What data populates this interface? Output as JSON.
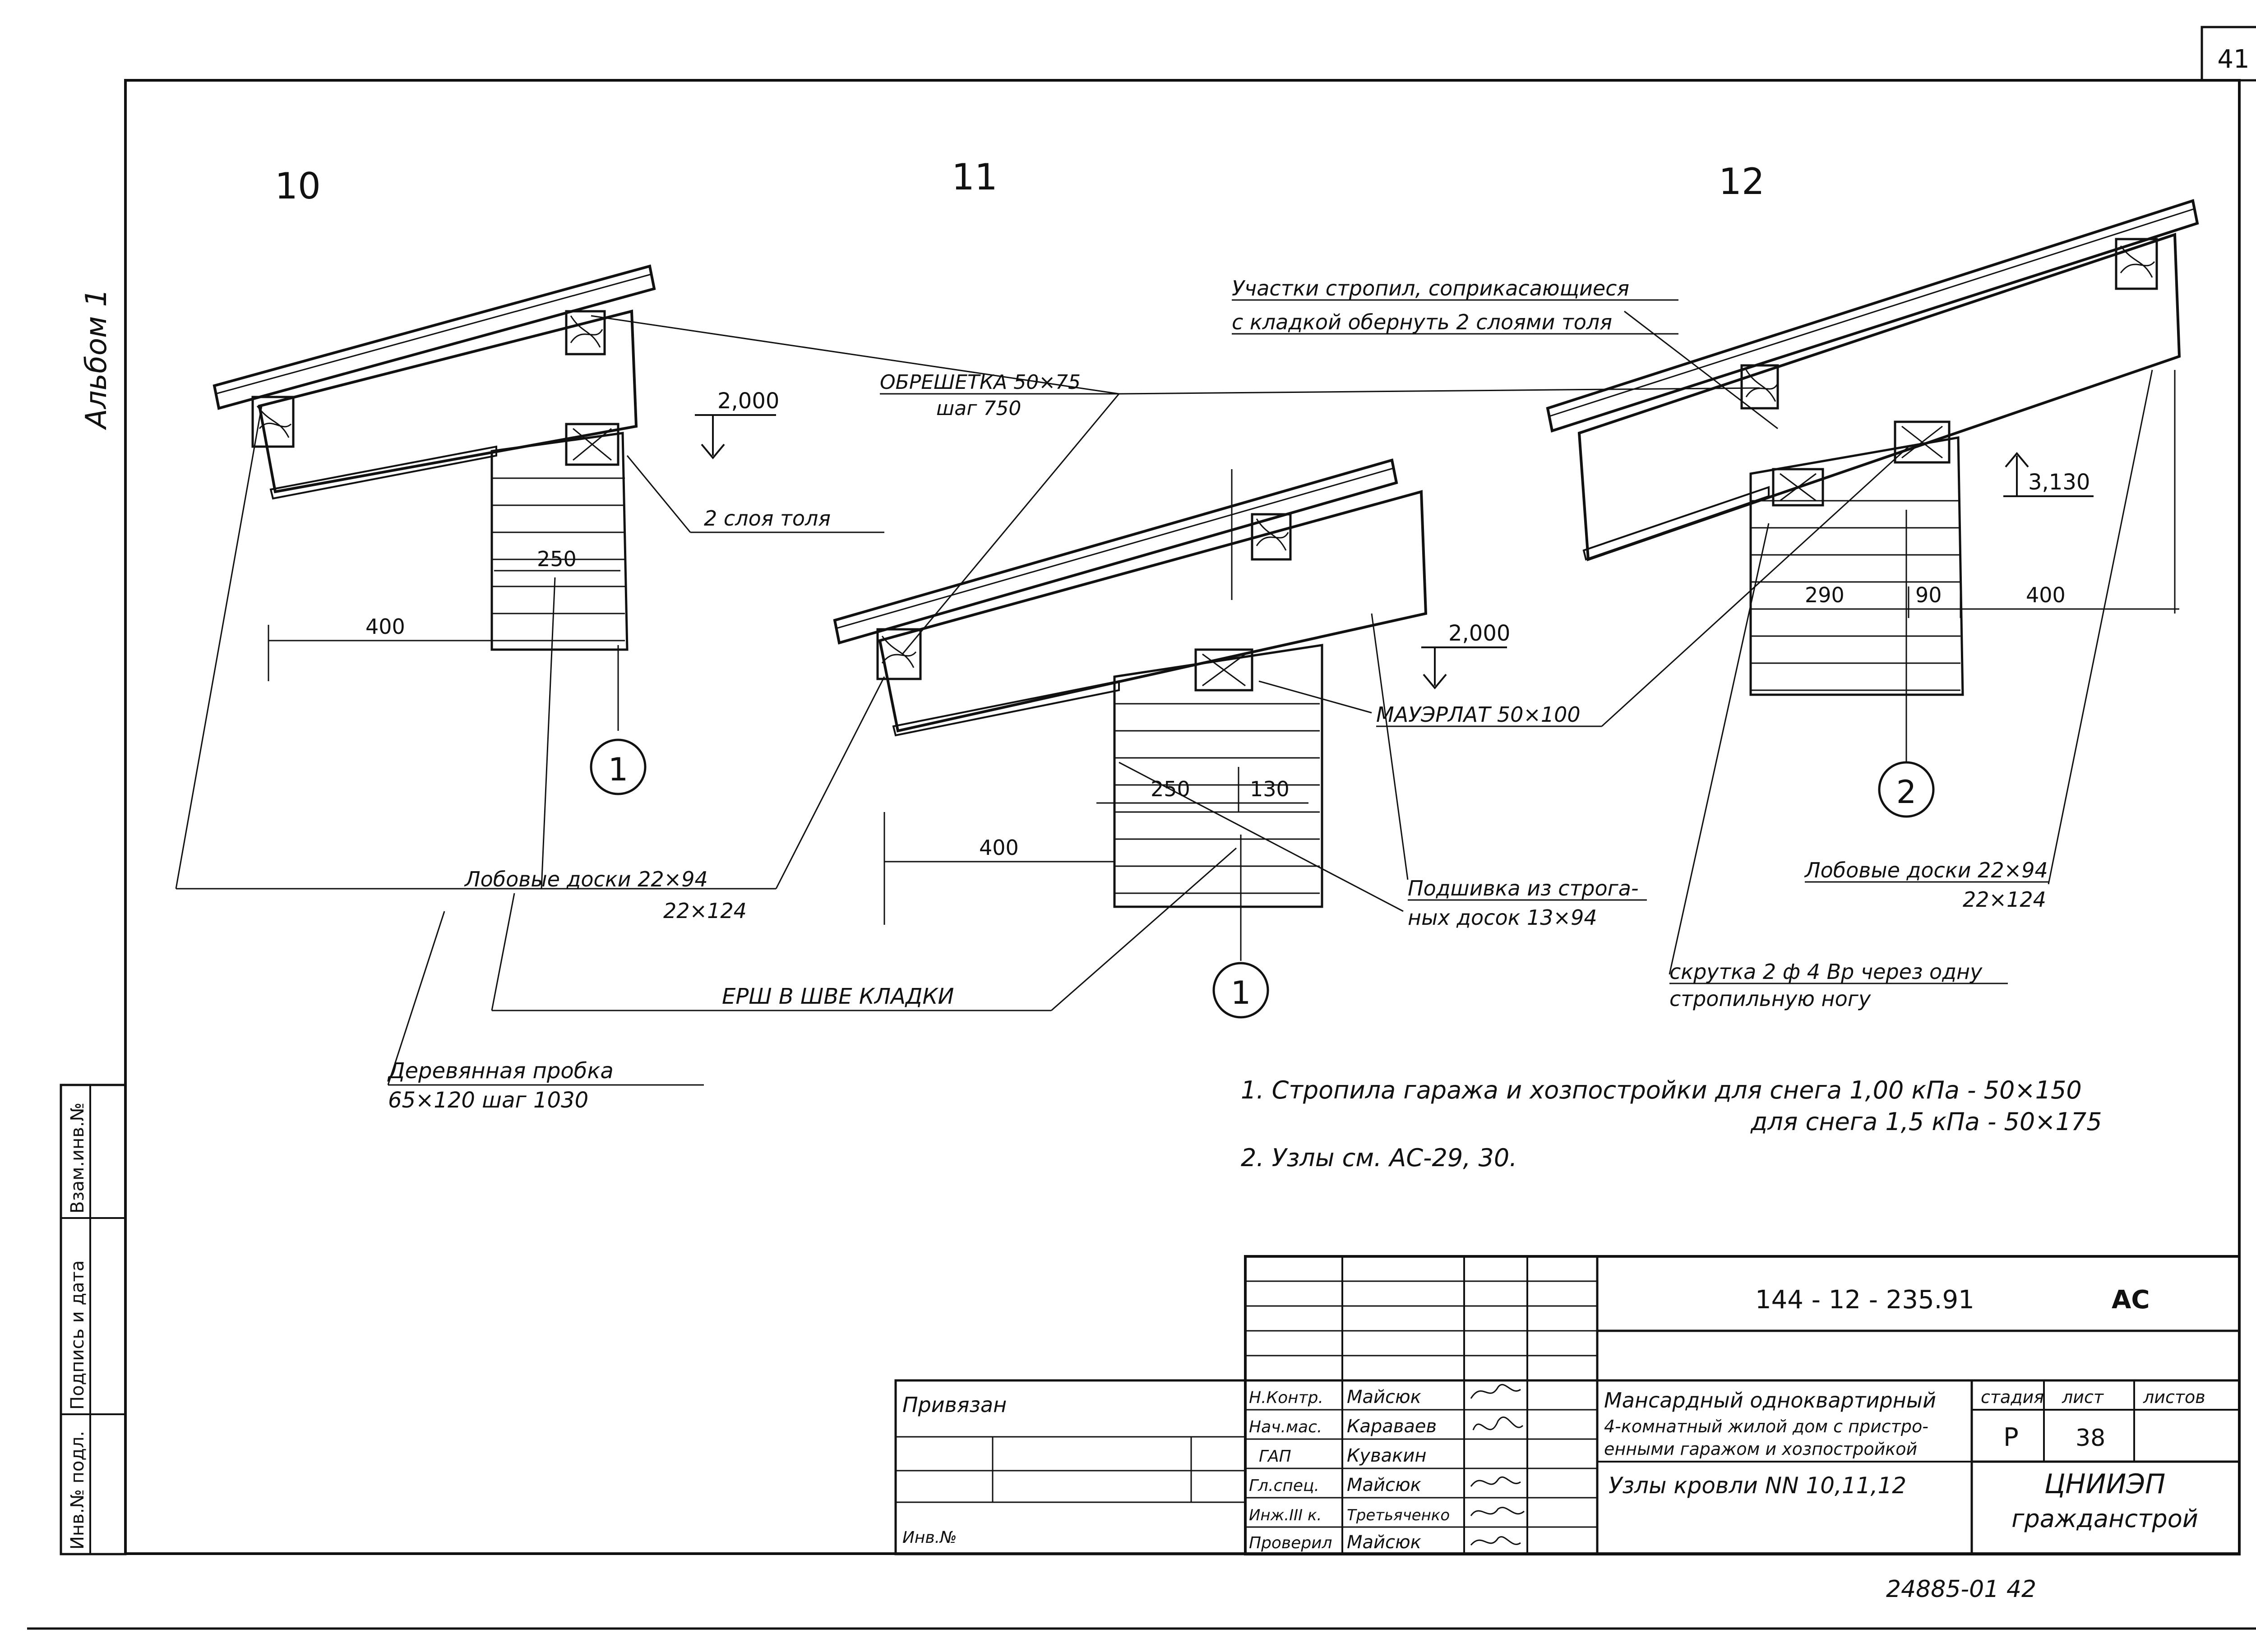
{
  "sheet": {
    "page_number": "41",
    "album": "Альбом 1",
    "archive_number": "24885-01 42"
  },
  "details": [
    {
      "id": "10",
      "number": "10"
    },
    {
      "id": "11",
      "number": "11"
    },
    {
      "id": "12",
      "number": "12"
    }
  ],
  "callouts": {
    "obreshetka": "ОБРЕШЕТКА 50×75",
    "obreshetka_step": "шаг 750",
    "uchastki_line1": "Участки стропил, соприкасающиеся",
    "uchastki_line2": "с кладкой обернуть 2 слоями толя",
    "two_layers_tol": "2 слоя толя",
    "mauerlat": "МАУЭРЛАТ 50×100",
    "lobovye_doski": "Лобовые доски 22×94",
    "lobovye_doski_2": "22×124",
    "lobovye_doski_right": "Лобовые доски 22×94",
    "lobovye_doski_right_2": "22×124",
    "podshivka_line1": "Подшивка из строга-",
    "podshivka_line2": "ных досок 13×94",
    "ersh": "ЕРШ В ШВЕ КЛАДКИ",
    "skrutka_line1": "скрутка 2 ф 4 Вр через одну",
    "skrutka_line2": "стропильную ногу",
    "derevyannaya_line1": "Деревянная пробка",
    "derevyannaya_line2": "65×120 шаг 1030"
  },
  "dimensions": {
    "d10_250": "250",
    "d10_400": "400",
    "d10_elev": "2,000",
    "d11_250": "250",
    "d11_130": "130",
    "d11_400": "400",
    "d11_elev": "2,000",
    "d12_290": "290",
    "d12_90": "90",
    "d12_400": "400",
    "d12_elev": "3,130"
  },
  "markers": {
    "m10": "1",
    "m11": "1",
    "m12": "2"
  },
  "notes": {
    "note1_a": "1. Стропила гаража и хозпостройки для снега 1,00 кПа - 50×150",
    "note1_b": "для снега 1,5 кПа - 50×175",
    "note2": "2. Узлы см. АС-29, 30."
  },
  "side_stamp": {
    "inv_podl": "Инв.№ подл.",
    "podpis_data": "Подпись и дата",
    "vzam_inv": "Взам.инв.№"
  },
  "title_block": {
    "code": "144 - 12 - 235.91",
    "mark": "АС",
    "privyazan": "Привязан",
    "inv_no": "Инв.№",
    "title_line1": "Мансардный одноквартирный",
    "title_line2": "4-комнатный жилой дом с пристро-",
    "title_line3": "енными гаражом и хозпостройкой",
    "sheet_title": "Узлы кровли NN 10,11,12",
    "stadiya_label": "стадия",
    "list_label": "лист",
    "listov_label": "листов",
    "stadiya_value": "Р",
    "list_value": "38",
    "listov_value": "",
    "org_line1": "ЦНИИЭП",
    "org_line2": "гражданстрой",
    "signers": [
      {
        "role": "Н.Контр.",
        "name": "Майсюк"
      },
      {
        "role": "Нач.мас.",
        "name": "Караваев"
      },
      {
        "role": "ГАП",
        "name": "Кувакин"
      },
      {
        "role": "Гл.спец.",
        "name": "Майсюк"
      },
      {
        "role": "Инж.III к.",
        "name": "Третьяченко"
      },
      {
        "role": "Проверил",
        "name": "Майсюк"
      }
    ]
  }
}
